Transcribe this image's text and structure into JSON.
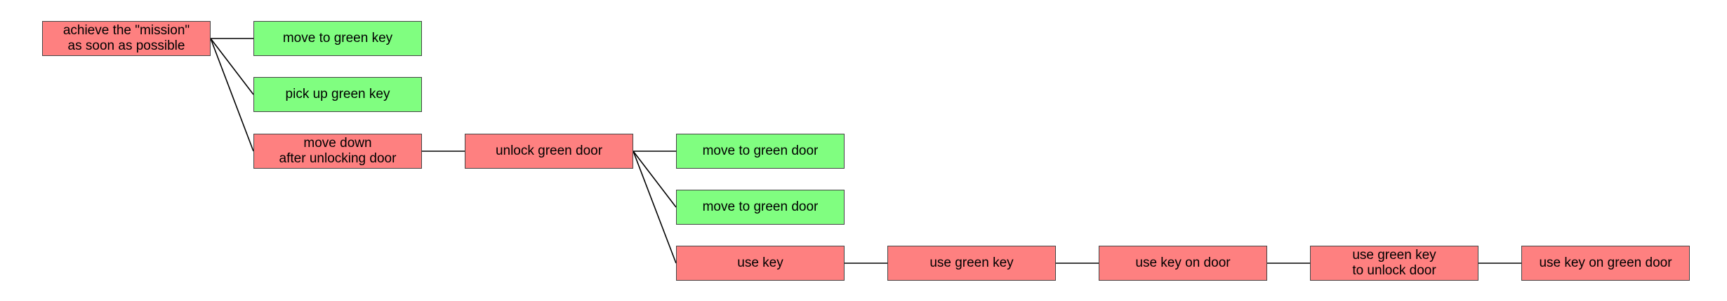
{
  "colors": {
    "goal_node": "#fe8080",
    "action_node": "#80fe80",
    "edge": "#000000"
  },
  "tree": {
    "root": {
      "label": "achieve the \"mission\"\nas soon as possible",
      "kind": "goal"
    },
    "nodes": [
      {
        "label": "move to green key",
        "kind": "action"
      },
      {
        "label": "pick up green key",
        "kind": "action"
      },
      {
        "label": "move down\nafter unlocking door",
        "kind": "goal"
      },
      {
        "label": "unlock green door",
        "kind": "goal"
      },
      {
        "label": "move to green door",
        "kind": "action"
      },
      {
        "label": "move to green door",
        "kind": "action"
      },
      {
        "label": "use key",
        "kind": "goal"
      },
      {
        "label": "use green key",
        "kind": "goal"
      },
      {
        "label": "use key on door",
        "kind": "goal"
      },
      {
        "label": "use green key\nto unlock door",
        "kind": "goal"
      },
      {
        "label": "use key on green door",
        "kind": "goal"
      }
    ]
  }
}
